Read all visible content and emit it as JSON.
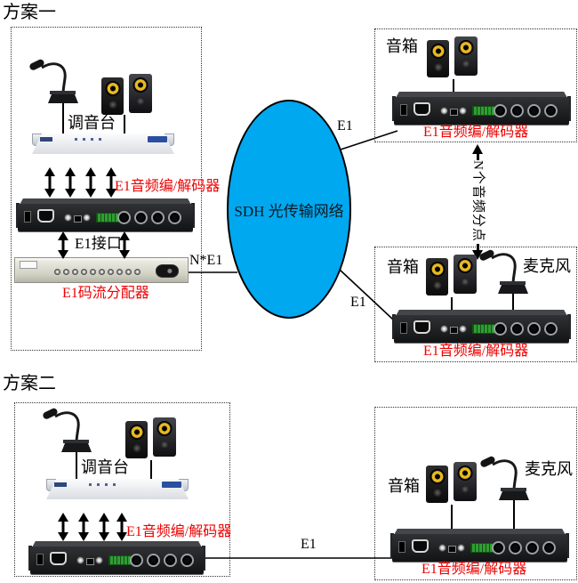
{
  "colors": {
    "network_fill": "#00a8ef",
    "red_label": "#ee0000"
  },
  "scheme1": {
    "title": "方案一",
    "studio": {
      "mixer_label": "调音台",
      "codec_label": "E1音频编/解码器",
      "e1_interface_label": "E1接口",
      "splitter_label": "E1码流分配器"
    },
    "network": {
      "label": "SDH 光传输网络"
    },
    "links": {
      "n_e1_label": "N*E1",
      "e1_top_label": "E1",
      "e1_bottom_label": "E1",
      "audio_points_label": "N个音频分点"
    },
    "site_top": {
      "speaker_label": "音箱",
      "codec_label": "E1音频编/解码器"
    },
    "site_bottom": {
      "speaker_label": "音箱",
      "mic_label": "麦克风",
      "codec_label": "E1音频编/解码器"
    }
  },
  "scheme2": {
    "title": "方案二",
    "studio": {
      "mixer_label": "调音台",
      "codec_label": "E1音频编/解码器"
    },
    "link": {
      "e1_label": "E1"
    },
    "site": {
      "speaker_label": "音箱",
      "mic_label": "麦克风",
      "codec_label": "E1音频编/解码器"
    }
  }
}
